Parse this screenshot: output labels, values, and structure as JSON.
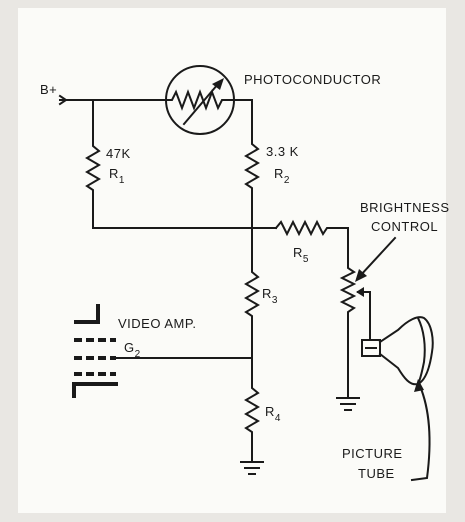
{
  "labels": {
    "b_plus": "B+",
    "photoconductor": "PHOTOCONDUCTOR",
    "r1_value": "47K",
    "r1_name": "R",
    "r1_sub": "1",
    "r2_value": "3.3 K",
    "r2_name": "R",
    "r2_sub": "2",
    "r3_name": "R",
    "r3_sub": "3",
    "r4_name": "R",
    "r4_sub": "4",
    "r5_name": "R",
    "r5_sub": "5",
    "brightness_line1": "BRIGHTNESS",
    "brightness_line2": "CONTROL",
    "video_amp": "VIDEO AMP.",
    "g2_name": "G",
    "g2_sub": "2",
    "picture_line1": "PICTURE",
    "picture_line2": "TUBE"
  },
  "colors": {
    "ink": "#1a1a1a",
    "background": "#e9e7e3",
    "panel": "#fbfbf8"
  },
  "components": [
    "resistor",
    "photoconductor",
    "potentiometer",
    "vacuum-tube-pentode",
    "picture-tube",
    "ground"
  ]
}
